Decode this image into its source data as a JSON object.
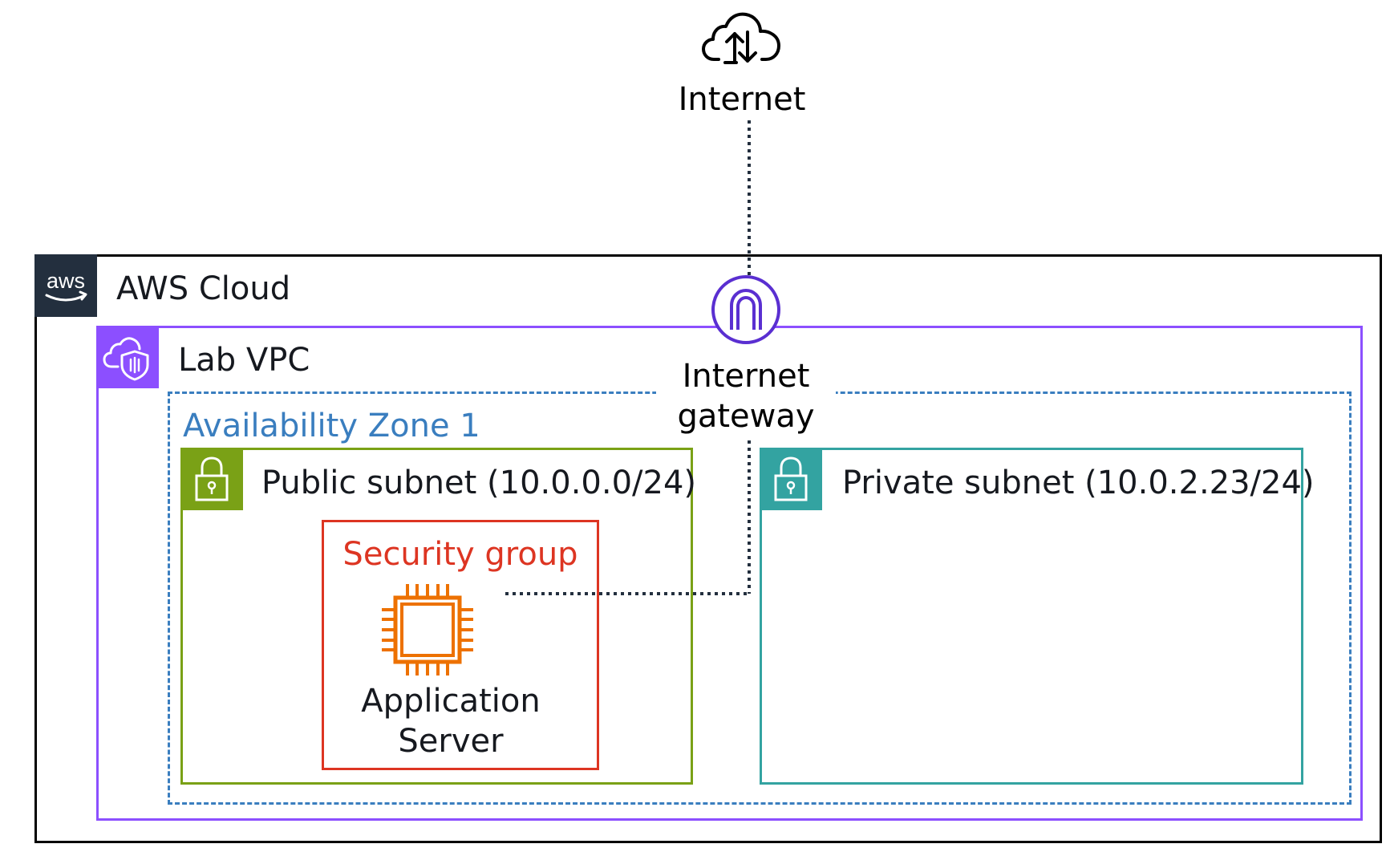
{
  "internet": {
    "label": "Internet",
    "icon": "cloud-upload-download-icon"
  },
  "aws_cloud": {
    "label": "AWS Cloud",
    "logo_text": "aws",
    "border_color": "#000000",
    "badge_color": "#232f3e"
  },
  "vpc": {
    "label": "Lab VPC",
    "icon": "vpc-cloud-shield-icon",
    "color": "#8c4fff"
  },
  "internet_gateway": {
    "label": "Internet gateway",
    "icon": "internet-gateway-icon",
    "color": "#5a2fd1"
  },
  "availability_zone": {
    "label": "Availability Zone 1",
    "color": "#3a7ebf"
  },
  "public_subnet": {
    "label": "Public subnet (10.0.0.0/24)",
    "icon": "lock-icon",
    "color": "#7aa116"
  },
  "private_subnet": {
    "label": "Private subnet (10.0.2.23/24)",
    "icon": "lock-icon",
    "color": "#33a3a1"
  },
  "security_group": {
    "label": "Security group",
    "color": "#dd3522"
  },
  "application_server": {
    "label": "Application Server",
    "icon": "ec2-chip-icon",
    "color": "#ed7100"
  },
  "connections": [
    {
      "from": "Internet",
      "to": "Internet gateway",
      "style": "dotted"
    },
    {
      "from": "Internet gateway",
      "to": "Application Server",
      "style": "dotted"
    }
  ]
}
